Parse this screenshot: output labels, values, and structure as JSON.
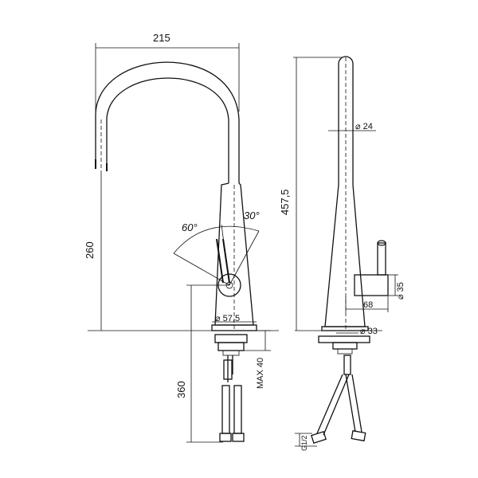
{
  "dimensions": {
    "spout_reach": "215",
    "spout_height": "260",
    "lever_angle_back": "60°",
    "lever_angle_front": "30°",
    "base_diameter": "⌀ 57,5",
    "below_deck_length": "360",
    "max_deck_thickness": "MAX 40",
    "total_height": "457,5",
    "spout_diameter": "⌀ 24",
    "lever_body_diameter": "⌀ 35",
    "lever_projection": "68",
    "mounting_hole": "⌀ 33",
    "hose_thread": "G1/2"
  }
}
